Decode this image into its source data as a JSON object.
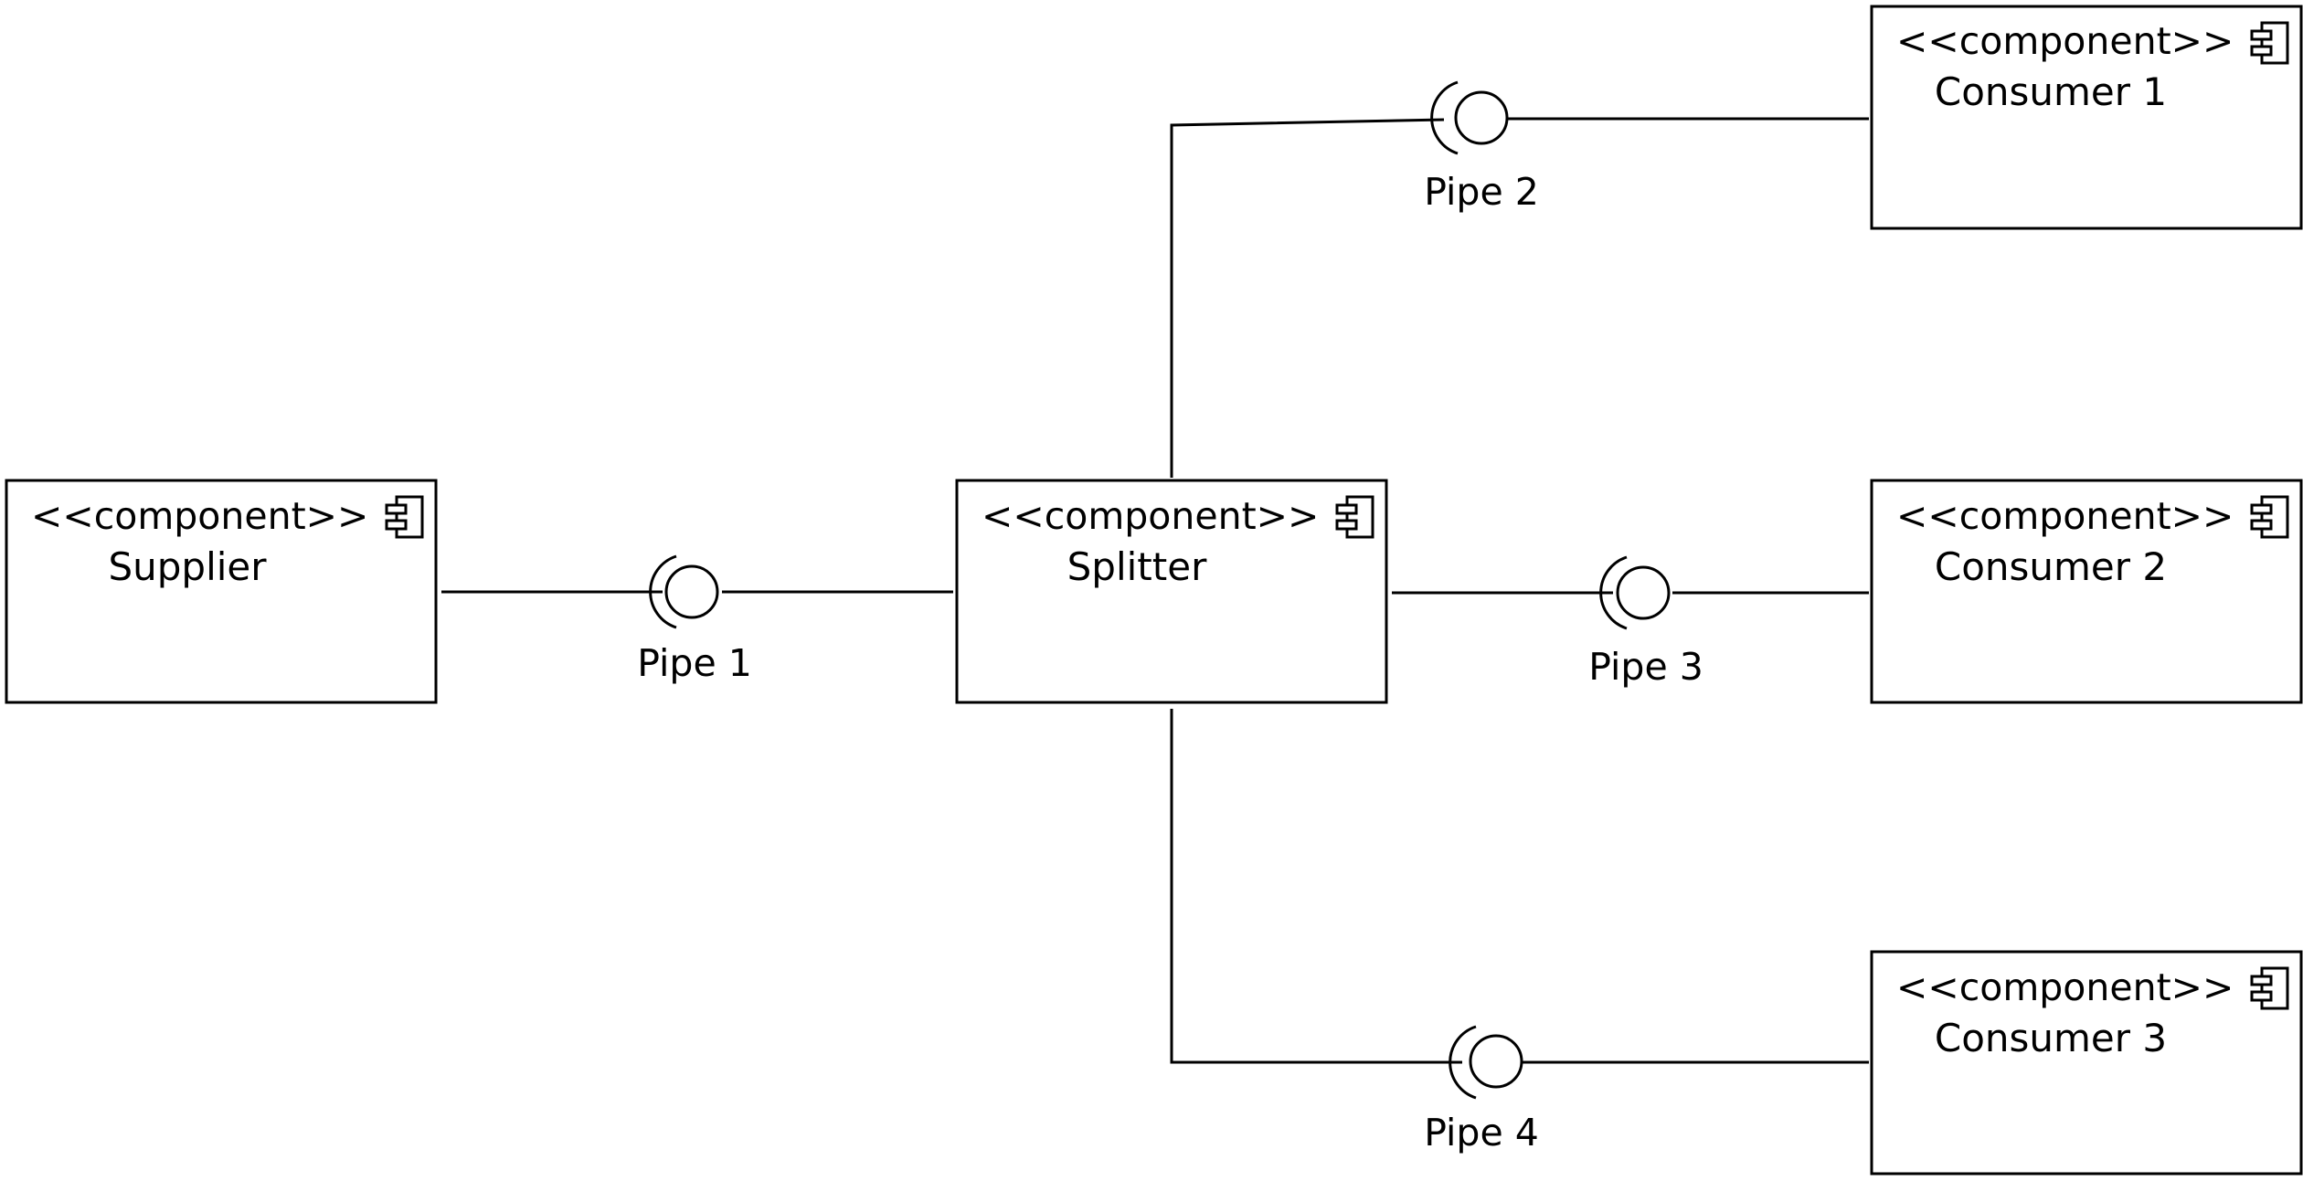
{
  "components": {
    "supplier": {
      "stereotype": "<<component>>",
      "name": "Supplier"
    },
    "splitter": {
      "stereotype": "<<component>>",
      "name": "Splitter"
    },
    "consumer1": {
      "stereotype": "<<component>>",
      "name": "Consumer 1"
    },
    "consumer2": {
      "stereotype": "<<component>>",
      "name": "Consumer 2"
    },
    "consumer3": {
      "stereotype": "<<component>>",
      "name": "Consumer 3"
    }
  },
  "pipes": {
    "pipe1": {
      "label": "Pipe 1"
    },
    "pipe2": {
      "label": "Pipe 2"
    },
    "pipe3": {
      "label": "Pipe 3"
    },
    "pipe4": {
      "label": "Pipe 4"
    }
  },
  "icons": {
    "component": "component-icon",
    "interface": "ball-and-socket-icon"
  }
}
